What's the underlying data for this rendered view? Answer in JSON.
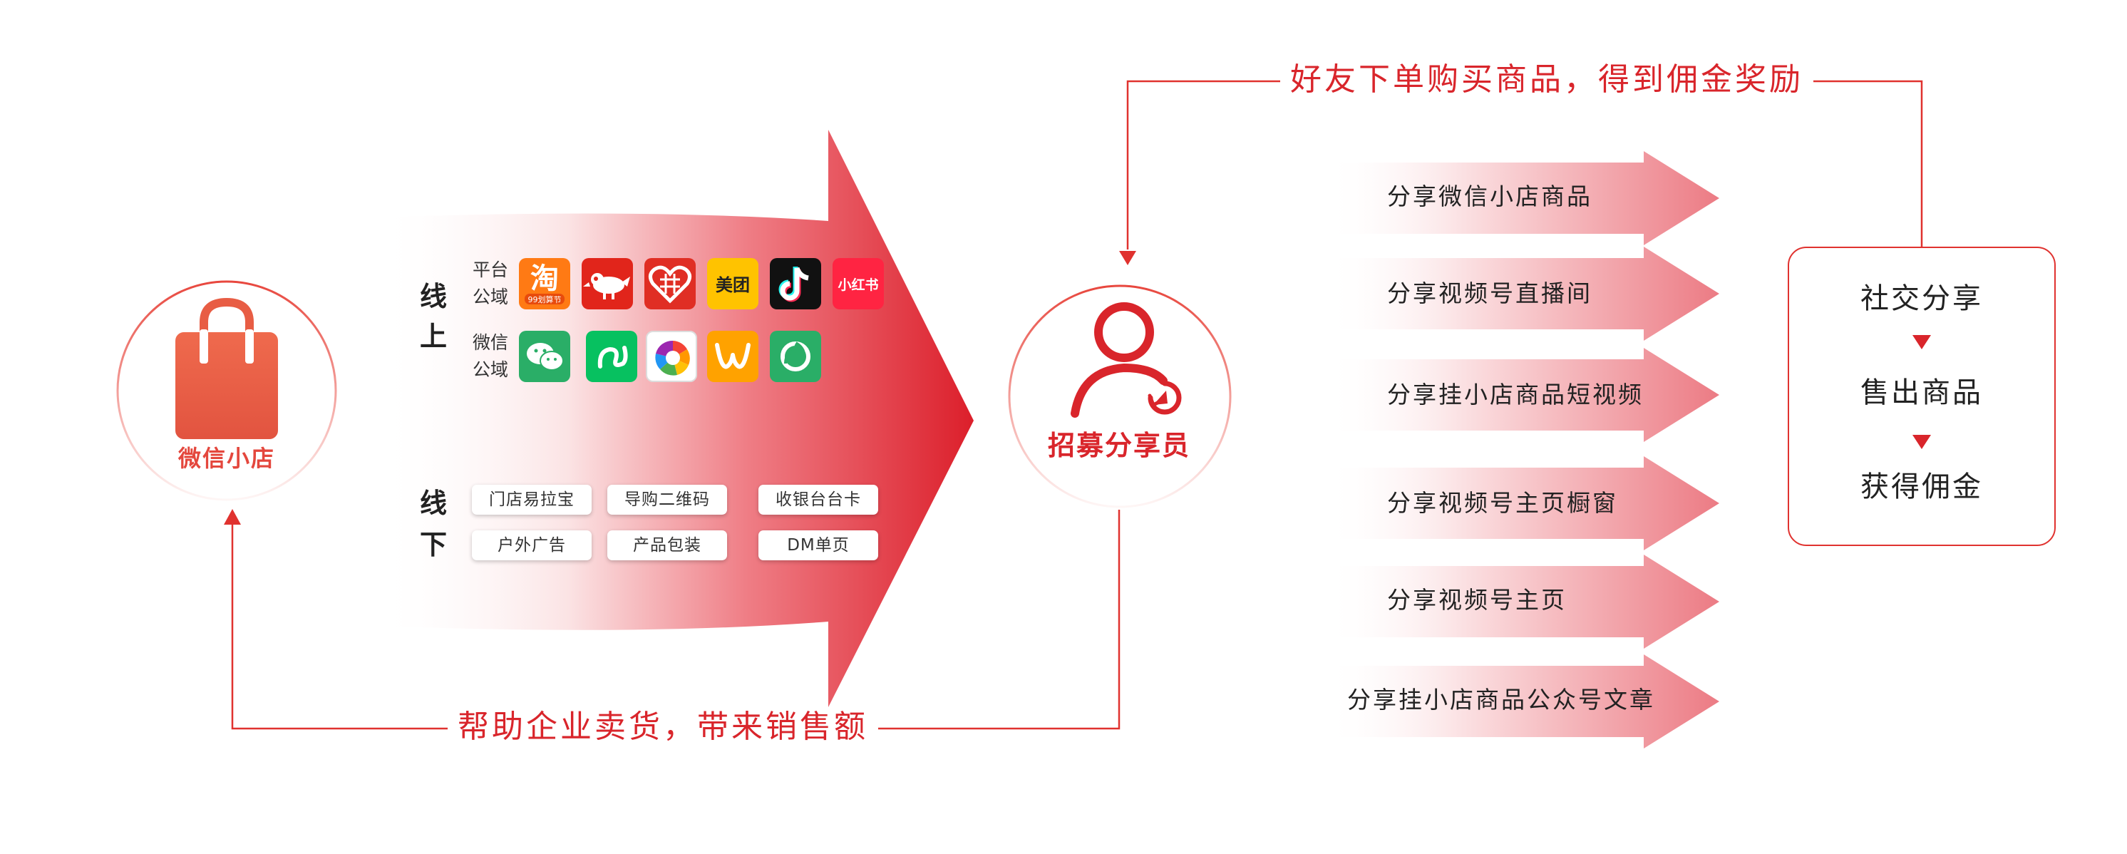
{
  "colors": {
    "primary_red": "#d9252b",
    "shop_orange": "#e85d44",
    "line_red": "#e0322f"
  },
  "shop": {
    "label": "微信小店",
    "icon": "shopping-bag-icon"
  },
  "recruiter": {
    "label": "招募分享员",
    "icon": "person-share-icon"
  },
  "top_caption": "好友下单购买商品，得到佣金奖励",
  "bottom_caption": "帮助企业卖货，带来销售额",
  "online": {
    "label_1": "线",
    "label_2": "上",
    "platform_label_1": "平台",
    "platform_label_2": "公域",
    "platform_icons": [
      "taobao-icon",
      "jd-icon",
      "pinduoduo-icon",
      "meituan-icon",
      "douyin-icon",
      "xiaohongshu-icon"
    ],
    "taobao_text": "淘",
    "taobao_subtext": "99划算节",
    "meituan_text": "美团",
    "xiaohongshu_text": "小红书",
    "wechat_label_1": "微信",
    "wechat_label_2": "公域",
    "wechat_icons": [
      "wechat-icon",
      "wechat-channels-icon",
      "moments-icon",
      "weixin-miniprogram-icon",
      "wechat-search-icon"
    ]
  },
  "offline": {
    "label_1": "线",
    "label_2": "下",
    "chips": [
      "门店易拉宝",
      "导购二维码",
      "收银台台卡",
      "户外广告",
      "产品包装",
      "DM单页"
    ]
  },
  "share_items": [
    "分享微信小店商品",
    "分享视频号直播间",
    "分享挂小店商品短视频",
    "分享视频号主页橱窗",
    "分享视频号主页",
    "分享挂小店商品公众号文章"
  ],
  "cycle": {
    "steps": [
      "社交分享",
      "售出商品",
      "获得佣金"
    ]
  }
}
